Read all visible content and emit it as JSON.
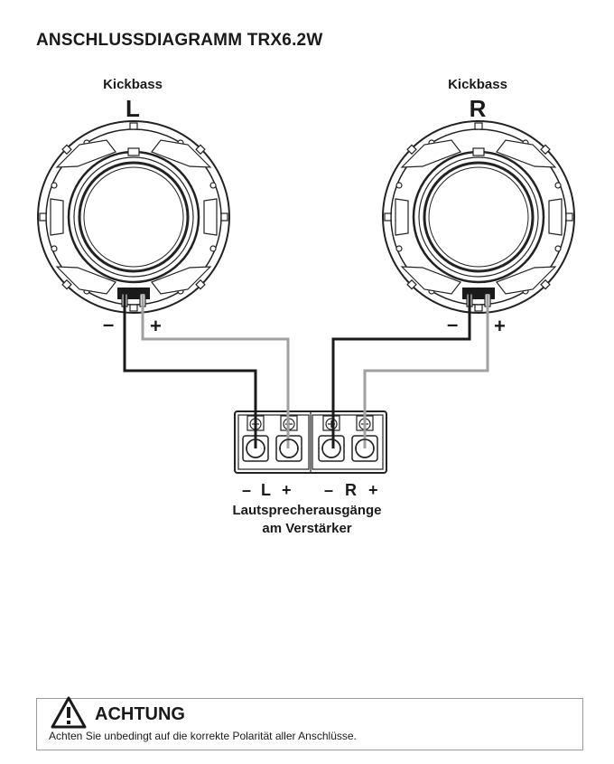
{
  "title": "ANSCHLUSSDIAGRAMM TRX6.2W",
  "speakers": {
    "left": {
      "label": "Kickbass",
      "channel": "L",
      "minus": "–",
      "plus": "+"
    },
    "right": {
      "label": "Kickbass",
      "channel": "R",
      "minus": "–",
      "plus": "+"
    }
  },
  "amplifier": {
    "terminals": {
      "l_minus": "–",
      "l": "L",
      "l_plus": "+",
      "r_minus": "–",
      "r": "R",
      "r_plus": "+"
    },
    "label_line1": "Lautsprecherausgänge",
    "label_line2": "am Verstärker"
  },
  "warning": {
    "title": "ACHTUNG",
    "text": "Achten Sie unbedingt auf die korrekte Polarität aller Anschlüsse."
  },
  "colors": {
    "negative_wire": "#1a1a1a",
    "positive_wire": "#a0a0a0"
  }
}
